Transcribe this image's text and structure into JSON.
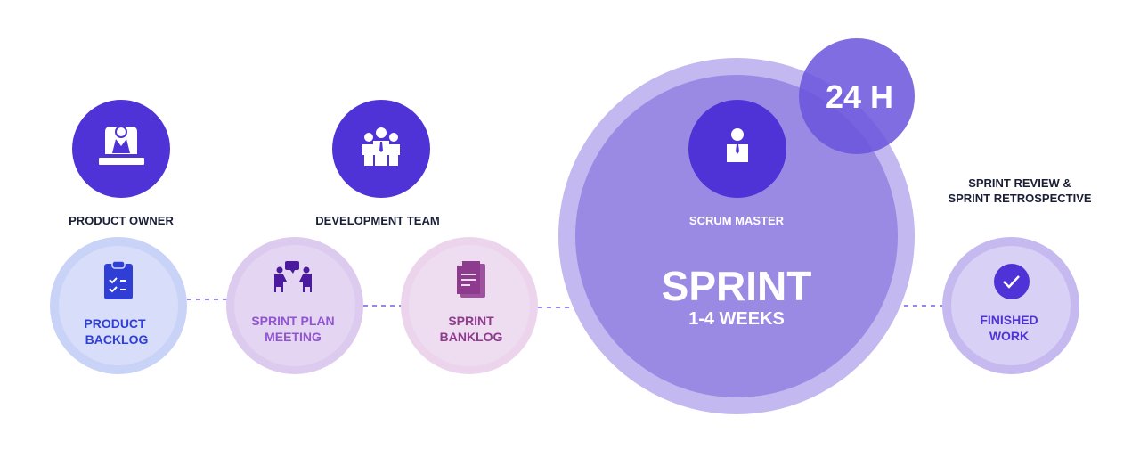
{
  "roles": {
    "product_owner": "PRODUCT OWNER",
    "development_team": "DEVELOPMENT TEAM",
    "scrum_master": "SCRUM MASTER",
    "review_line1": "SPRINT REVIEW  &",
    "review_line2": "SPRINT RETROSPECTIVE"
  },
  "stages": {
    "product_backlog": [
      "PRODUCT",
      "BACKLOG"
    ],
    "sprint_plan": [
      "SPRINT PLAN",
      "MEETING"
    ],
    "sprint_banklog": [
      "SPRINT",
      "BANKLOG"
    ],
    "finished_work": [
      "FINISHED",
      "WORK"
    ]
  },
  "sprint": {
    "title": "SPRINT",
    "duration": "1-4 WEEKS",
    "daily": "24 H"
  },
  "icons": {
    "product_owner": "presenter-icon",
    "development_team": "team-icon",
    "scrum_master": "person-icon",
    "product_backlog": "clipboard-checklist-icon",
    "sprint_plan": "meeting-icon",
    "sprint_banklog": "document-icon",
    "finished_work": "check-circle-icon"
  },
  "colors": {
    "primary": "#5033d6",
    "dark_text": "#1a1f36",
    "backlog": "#2f3fd6",
    "plan": "#9155d0",
    "banklog": "#8e3a8e",
    "finished": "#5033d6"
  }
}
